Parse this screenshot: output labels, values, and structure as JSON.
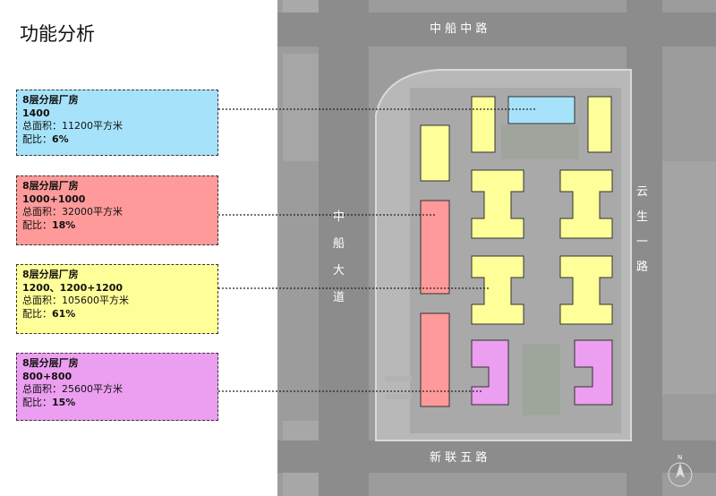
{
  "title": "功能分析",
  "legend": [
    {
      "title": "8层分层厂房",
      "spec": "1400",
      "area_label": "总面积：",
      "area_value": "11200平方米",
      "ratio_label": "配比：",
      "ratio_value": "6%",
      "color": "#a6e3fb"
    },
    {
      "title": "8层分层厂房",
      "spec": "1000+1000",
      "area_label": "总面积：",
      "area_value": "32000平方米",
      "ratio_label": "配比：",
      "ratio_value": "18%",
      "color": "#ff9a9a"
    },
    {
      "title": "8层分层厂房",
      "spec": "1200、1200+1200",
      "area_label": "总面积：",
      "area_value": "105600平方米",
      "ratio_label": "配比：",
      "ratio_value": "61%",
      "color": "#ffff99"
    },
    {
      "title": "8层分层厂房",
      "spec": "800+800",
      "area_label": "总面积：",
      "area_value": "25600平方米",
      "ratio_label": "配比：",
      "ratio_value": "15%",
      "color": "#ec9ef0"
    }
  ],
  "roads": {
    "north": "中 船 中 路",
    "west_chars": [
      "中",
      "船",
      "大",
      "道"
    ],
    "east_chars": [
      "云",
      "生",
      "一",
      "路"
    ],
    "south": "新 联 五 路"
  },
  "compass": "N"
}
